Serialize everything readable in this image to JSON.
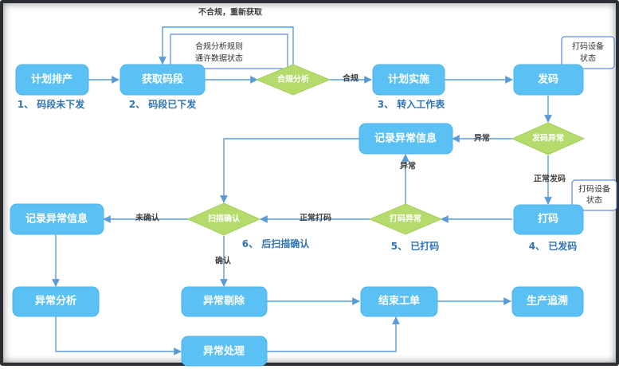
{
  "nodes": {
    "plan_schedule": "计划排产",
    "get_code": "获取码段",
    "compliance_check": "合规分析",
    "plan_execute": "计划实施",
    "send_code": "发码",
    "send_exception": "发码异常",
    "record_exception_top": "记录异常信息",
    "print_code": "打码",
    "print_exception": "打码异常",
    "scan_confirm": "扫描确认",
    "record_exception_left": "记录异常信息",
    "exception_analysis": "异常分析",
    "exception_remove": "异常剔除",
    "close_order": "结束工单",
    "trace": "生产追溯",
    "exception_handle": "异常处理"
  },
  "notes": {
    "compliance_rules": [
      "合规分析规则",
      "通许数据状态"
    ],
    "printer_status_top": [
      "打码设备",
      "状态"
    ],
    "printer_status_bottom": [
      "打码设备",
      "状态"
    ]
  },
  "edge_labels": {
    "non_compliant": "不合规，重新获取",
    "compliant": "合规",
    "exception_top": "异常",
    "normal_send": "正常发码",
    "exception_mid": "异常",
    "normal_print": "正常打码",
    "unconfirmed": "未确认",
    "confirmed": "确认"
  },
  "steps": {
    "s1": "1、 码段未下发",
    "s2": "2、 码段已下发",
    "s3": "3、 转入工作表",
    "s4": "4、 已发码",
    "s5": "5、 已打码",
    "s6": "6、 后扫描确认"
  },
  "colors": {
    "box": "#5bc1f5",
    "diamond": "#b5db6c",
    "arrow": "#5b9bd5",
    "step_text": "#2e74b5",
    "note_border": "#3a6fd8"
  }
}
